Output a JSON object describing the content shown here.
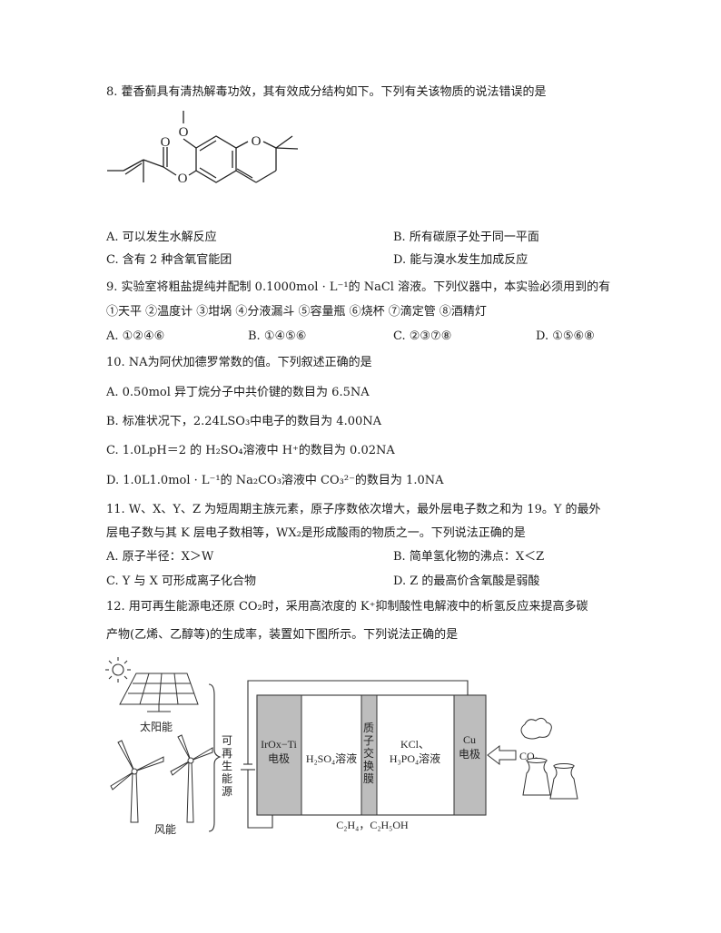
{
  "q8": {
    "stem": "8. 藿香蓟具有清热解毒功效，其有效成分结构如下。下列有关该物质的说法错误的是",
    "atom_o_methoxy": "O",
    "atom_o_ring": "O",
    "atom_o_carbonyl": "O",
    "atom_o_ester": "O",
    "options": [
      "A. 可以发生水解反应",
      "B. 所有碳原子处于同一平面",
      "C. 含有 2 种含氧官能团",
      "D. 能与溴水发生加成反应"
    ]
  },
  "q9": {
    "stem": "9. 实验室将粗盐提纯并配制 0.1000mol · L⁻¹的 NaCl 溶液。下列仪器中，本实验必须用到的有",
    "items": "①天平 ②温度计 ③坩埚 ④分液漏斗 ⑤容量瓶 ⑥烧杯 ⑦滴定管 ⑧酒精灯",
    "options": [
      "A. ①②④⑥",
      "B. ①④⑤⑥",
      "C. ②③⑦⑧",
      "D. ①⑤⑥⑧"
    ]
  },
  "q10": {
    "stem": "10. NA为阿伏加德罗常数的值。下列叙述正确的是",
    "options": [
      "A. 0.50mol 异丁烷分子中共价键的数目为 6.5NA",
      "B. 标准状况下，2.24LSO₃中电子的数目为 4.00NA",
      "C. 1.0LpH＝2 的 H₂SO₄溶液中 H⁺的数目为 0.02NA",
      "D. 1.0L1.0mol · L⁻¹的 Na₂CO₃溶液中 CO₃²⁻的数目为 1.0NA"
    ]
  },
  "q11": {
    "stem1": "11. W、X、Y、Z 为短周期主族元素，原子序数依次增大，最外层电子数之和为 19。Y 的最外",
    "stem2": "层电子数与其 K 层电子数相等，WX₂是形成酸雨的物质之一。下列说法正确的是",
    "options": [
      "A. 原子半径：X＞W",
      "B. 简单氢化物的沸点：X＜Z",
      "C. Y 与 X 可形成离子化合物",
      "D. Z 的最高价含氧酸是弱酸"
    ]
  },
  "q12": {
    "stem1": "12. 用可再生能源电还原 CO₂时，采用高浓度的 K⁺抑制酸性电解液中的析氢反应来提高多碳",
    "stem2": "产物(乙烯、乙醇等)的生成率，装置如下图所示。下列说法正确的是",
    "diagram": {
      "solar_label": "太阳能",
      "wind_label": "风能",
      "renewable_label": [
        "可",
        "再",
        "生",
        "能",
        "源"
      ],
      "anode_label": [
        "IrOx−Ti",
        "电极"
      ],
      "anode_sol": "H₂SO₄溶液",
      "membrane_label": [
        "质",
        "子",
        "交",
        "换",
        "膜"
      ],
      "cathode_sol": [
        "KCl、",
        "H₃PO₄溶液"
      ],
      "cathode_label": [
        "Cu",
        "电极"
      ],
      "co2_label": "CO₂",
      "products_label": "C₂H₄，C₂H₅OH"
    }
  }
}
